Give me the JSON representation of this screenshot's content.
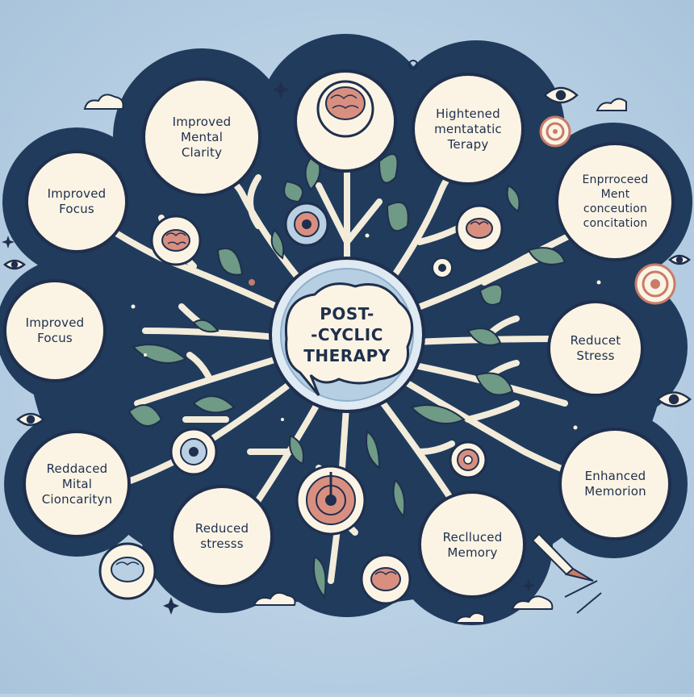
{
  "center": {
    "lines": [
      "POST-",
      "-CYCLIC",
      "THERAPY"
    ]
  },
  "nodes": [
    {
      "id": "improved-focus-top",
      "lines": [
        "Improved",
        "Focus"
      ]
    },
    {
      "id": "improved-mental-clarity",
      "lines": [
        "Improved",
        "Mental",
        "Clarity"
      ]
    },
    {
      "id": "heightened-therapy",
      "lines": [
        "Hightened",
        "mentatatic",
        "Terapy"
      ]
    },
    {
      "id": "enproceed-concentration",
      "lines": [
        "Enprroceed",
        "Ment",
        "conceution",
        "concitation"
      ]
    },
    {
      "id": "improved-focus-left",
      "lines": [
        "Improved",
        "Focus"
      ]
    },
    {
      "id": "reduced-stress-right",
      "lines": [
        "Reducet",
        "Stress"
      ]
    },
    {
      "id": "reduced-mital-clarity",
      "lines": [
        "Reddaced",
        "Mital",
        "Cioncarityn"
      ]
    },
    {
      "id": "enhanced-memory",
      "lines": [
        "Enhanced",
        "Memorion"
      ]
    },
    {
      "id": "reduced-stress-bottom",
      "lines": [
        "Reduced",
        "stresss"
      ]
    },
    {
      "id": "reduced-memory",
      "lines": [
        "Reclluced",
        "Memory"
      ]
    }
  ],
  "colors": {
    "background": "#b9d0e3",
    "hub": "#203b5c",
    "bubble": "#fbf4e4",
    "branch": "#f3ecda",
    "leaf": "#6f9a86",
    "brain": "#d98f80",
    "target": "#c97b68",
    "ink": "#1f2f4d"
  },
  "icons": [
    "brain-icon",
    "target-icon",
    "eye-icon",
    "leaf-icon",
    "cloud-icon",
    "sparkle-icon",
    "pencil-icon"
  ]
}
